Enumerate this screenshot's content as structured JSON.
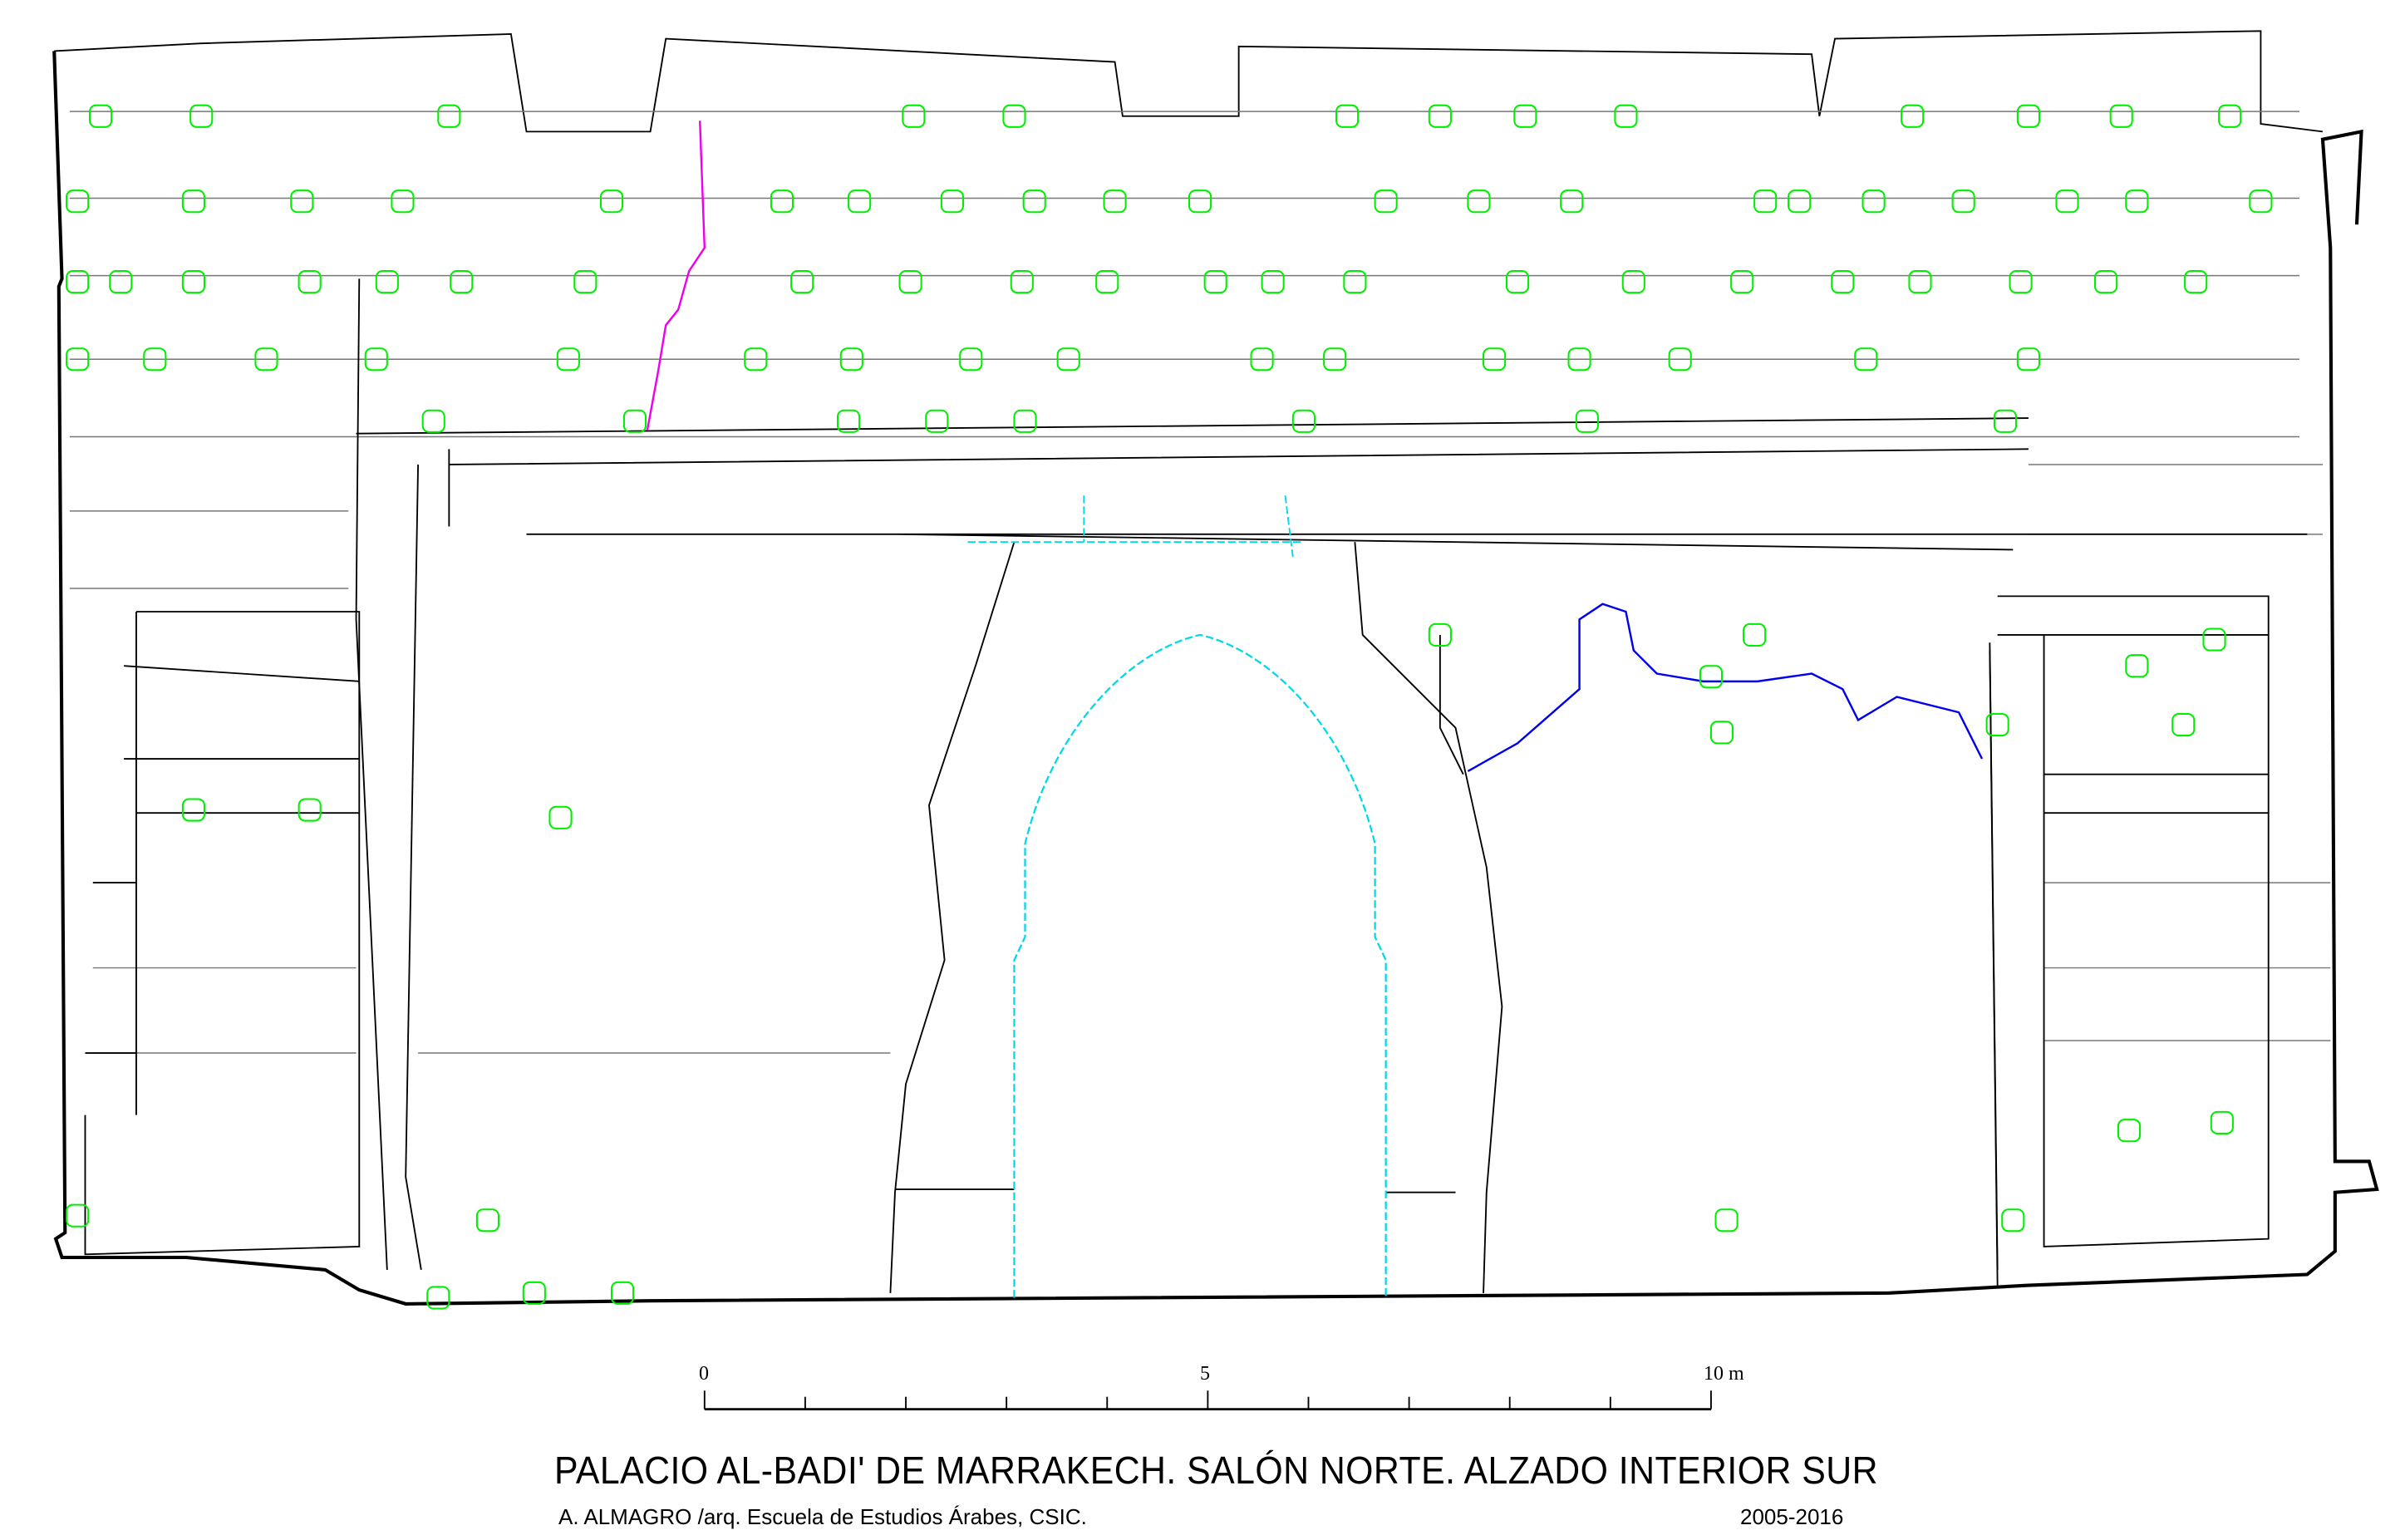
{
  "drawing": {
    "title": "PALACIO AL-BADI' DE MARRAKECH. SALÓN NORTE. ALZADO INTERIOR SUR",
    "credit": "A. ALMAGRO /arq.  Escuela de Estudios Árabes, CSIC.",
    "years": "2005-2016"
  },
  "scale_bar": {
    "labels": [
      "0",
      "5",
      "10 m"
    ],
    "divisions": 10,
    "length_m": 10
  },
  "colors": {
    "outline": "#000000",
    "stones": "#00ee00",
    "arch": "#00d8e8",
    "blue_line": "#0000ee",
    "magenta_line": "#ee00ee"
  }
}
